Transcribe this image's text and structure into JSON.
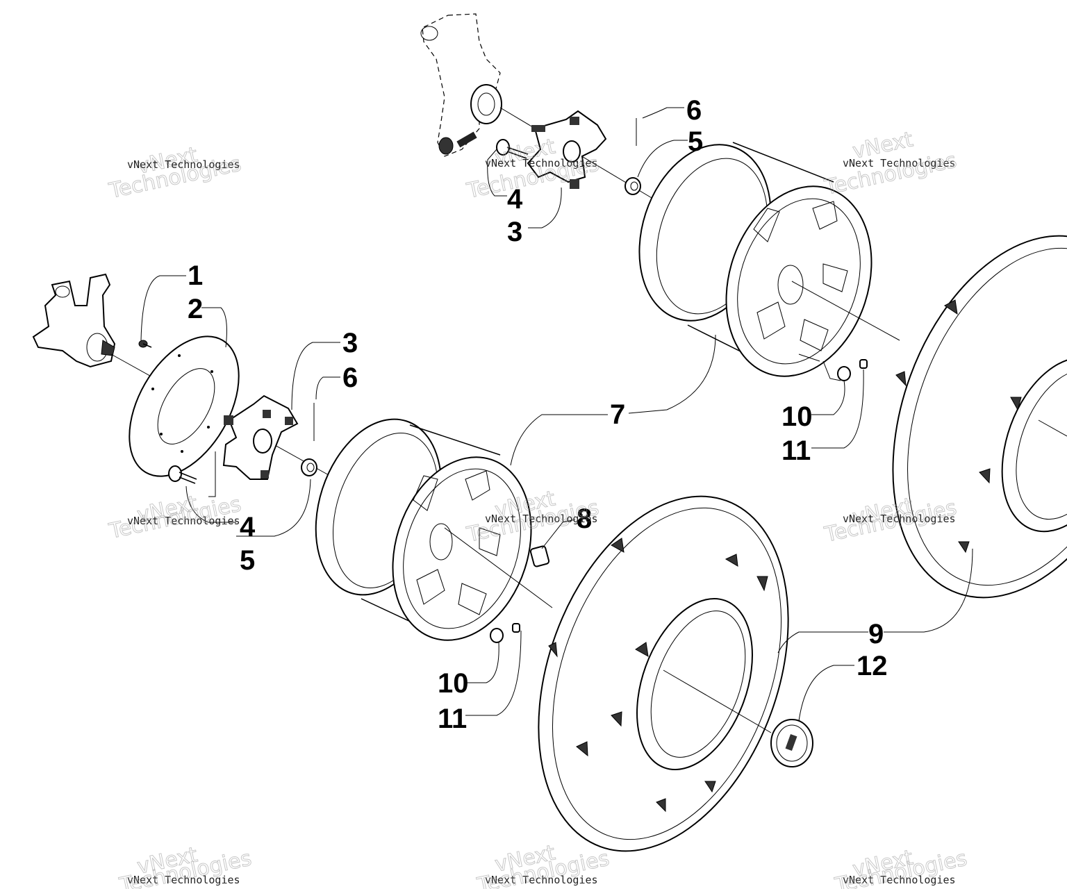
{
  "callouts": {
    "c1": "1",
    "c2": "2",
    "c3a": "3",
    "c6a": "6",
    "c4a": "4",
    "c5a": "5",
    "c6b": "6",
    "c5b": "5",
    "c4b": "4",
    "c3b": "3",
    "c7": "7",
    "c8": "8",
    "c10a": "10",
    "c11a": "11",
    "c10b": "10",
    "c11b": "11",
    "c9": "9",
    "c12": "12"
  },
  "watermark": {
    "company": "vNext Technologies",
    "word1": "vNext",
    "word2": "Technologies"
  }
}
